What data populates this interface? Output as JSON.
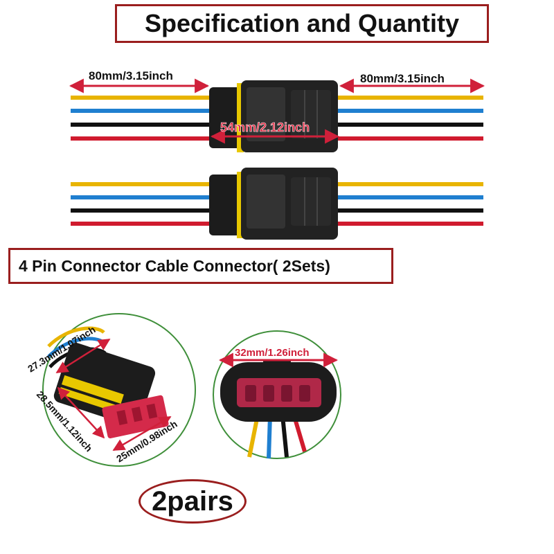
{
  "title": "Specification and Quantity",
  "subtitle": "4 Pin Connector Cable Connector( 2Sets)",
  "dimensions": {
    "left_wire": "80mm/3.15inch",
    "right_wire": "80mm/3.15inch",
    "connector_length": "54mm/2.12inch",
    "width_top": "27.3mm/1.07inch",
    "width_side": "28.5mm/1.12inch",
    "width_bottom": "25mm/0.98inch",
    "face_width": "32mm/1.26inch"
  },
  "quantity": "2pairs",
  "colors": {
    "frame": "#9a1e1e",
    "dim_arrow": "#d0203a",
    "wires": [
      "#e8b400",
      "#1f7fd0",
      "#111111",
      "#d01b2e"
    ],
    "connector": "#1c1c1c",
    "seal": "#e8c800",
    "circle": "#3f8f3a",
    "red_insert": "#d42a4a"
  }
}
